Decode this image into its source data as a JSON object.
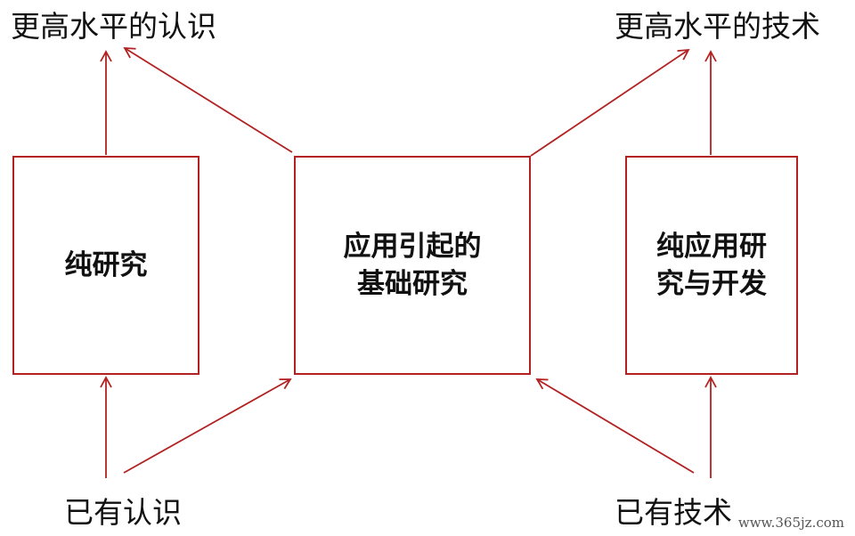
{
  "top_labels": {
    "higher_knowledge": "更高水平的认识",
    "higher_technology": "更高水平的技术"
  },
  "bottom_labels": {
    "existing_knowledge": "已有认识",
    "existing_technology": "已有技术"
  },
  "boxes": {
    "pure_research": {
      "lines": [
        "纯研究"
      ]
    },
    "use_inspired_research": {
      "lines": [
        "应用引起的",
        "基础研究"
      ]
    },
    "pure_applied_research": {
      "lines": [
        "纯应用研",
        "究与开发"
      ]
    }
  },
  "watermark": "www.365jz.com",
  "colors": {
    "line": "#b22222",
    "text": "#111111",
    "background": "#ffffff"
  }
}
